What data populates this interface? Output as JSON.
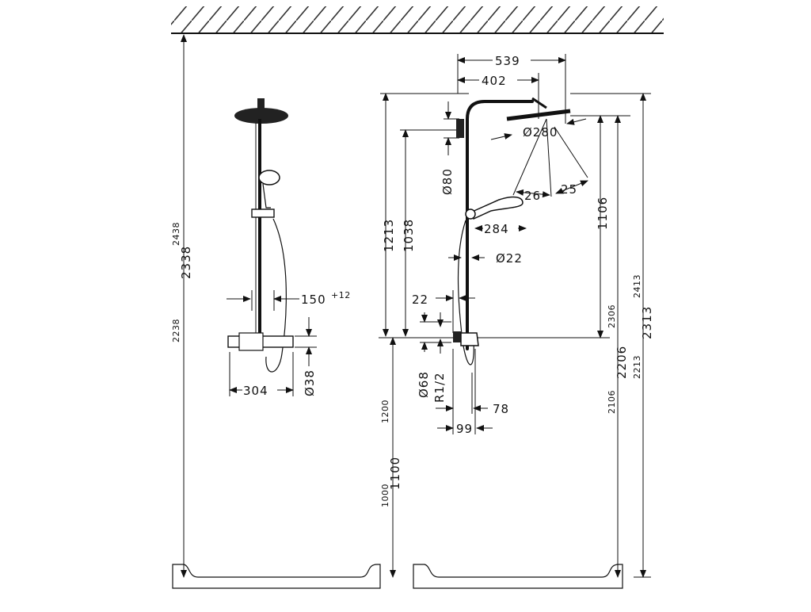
{
  "front_view": {
    "total_heights": {
      "main": "2338",
      "upper": "2438",
      "lower": "2238"
    },
    "bar_offset": "150",
    "bar_offset_tolerance": "+12",
    "mixer_width": "304",
    "pipe_dia": "Ø38"
  },
  "side_view": {
    "arm_reach_outer": "539",
    "arm_reach_inner": "402",
    "head_dia": "Ø280",
    "wall_rose_dia": "Ø80",
    "angle_1": "26",
    "angle_2": "25",
    "h_1213": "1213",
    "h_1038": "1038",
    "h_1106": "1106",
    "handshower_len": "284",
    "hose_dia": "Ø22",
    "offset_22": "22",
    "inlet_dia": "Ø68",
    "thread": "R1/2",
    "d_78": "78",
    "d_99": "99",
    "mixer_heights": {
      "main": "1100",
      "upper": "1200",
      "lower": "1000"
    },
    "left_heights": {
      "main": "2206",
      "upper": "2306",
      "lower": "2106"
    },
    "right_heights": {
      "main": "2313",
      "upper": "2413",
      "lower": "2213"
    }
  }
}
